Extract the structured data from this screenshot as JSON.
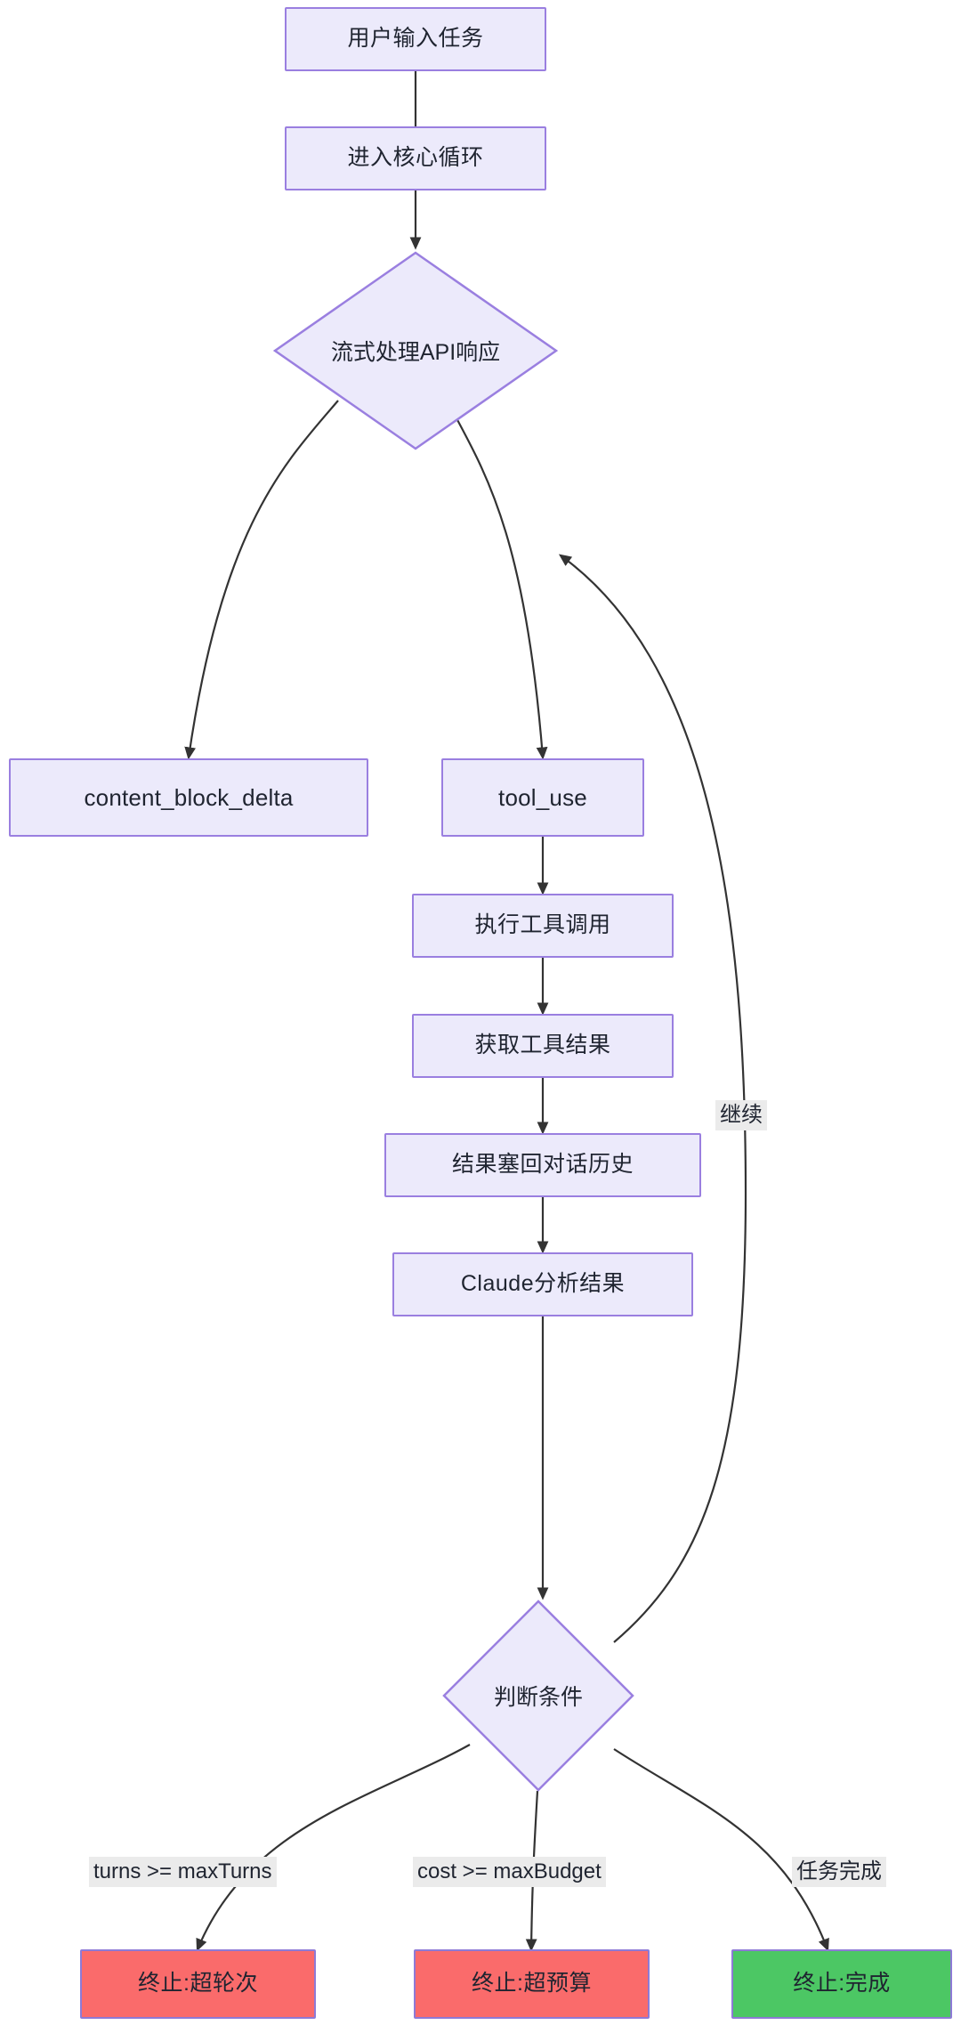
{
  "diagram": {
    "type": "flowchart",
    "direction": "top-down",
    "background": "#ffffff",
    "palette": {
      "node_fill": "#ECEAFB",
      "node_stroke": "#9A7FE0",
      "edge_stroke": "#333333",
      "terminal_fail_fill": "#FA6B6B",
      "terminal_success_fill": "#4CC764",
      "label_bg": "#EBEBEB",
      "text": "#1f2430"
    },
    "nodes": [
      {
        "id": "n_user_input",
        "label": "用户输入任务",
        "shape": "rect",
        "style": "process"
      },
      {
        "id": "n_core_loop",
        "label": "进入核心循环",
        "shape": "rect",
        "style": "process"
      },
      {
        "id": "n_stream_api",
        "label": "流式处理API响应",
        "shape": "diamond",
        "style": "decision"
      },
      {
        "id": "n_content_delta",
        "label": "content_block_delta",
        "shape": "rect",
        "style": "process"
      },
      {
        "id": "n_tool_use",
        "label": "tool_use",
        "shape": "rect",
        "style": "process"
      },
      {
        "id": "n_exec_tool",
        "label": "执行工具调用",
        "shape": "rect",
        "style": "process"
      },
      {
        "id": "n_get_result",
        "label": "获取工具结果",
        "shape": "rect",
        "style": "process"
      },
      {
        "id": "n_push_history",
        "label": "结果塞回对话历史",
        "shape": "rect",
        "style": "process"
      },
      {
        "id": "n_claude_analyze",
        "label": "Claude分析结果",
        "shape": "rect",
        "style": "process"
      },
      {
        "id": "n_condition",
        "label": "判断条件",
        "shape": "diamond",
        "style": "decision"
      },
      {
        "id": "n_stop_turns",
        "label": "终止:超轮次",
        "shape": "rect",
        "style": "terminal-fail"
      },
      {
        "id": "n_stop_budget",
        "label": "终止:超预算",
        "shape": "rect",
        "style": "terminal-fail"
      },
      {
        "id": "n_stop_done",
        "label": "终止:完成",
        "shape": "rect",
        "style": "terminal-success"
      }
    ],
    "edges": [
      {
        "from": "n_user_input",
        "to": "n_core_loop",
        "label": ""
      },
      {
        "from": "n_core_loop",
        "to": "n_stream_api",
        "label": ""
      },
      {
        "from": "n_stream_api",
        "to": "n_content_delta",
        "label": ""
      },
      {
        "from": "n_stream_api",
        "to": "n_tool_use",
        "label": ""
      },
      {
        "from": "n_tool_use",
        "to": "n_exec_tool",
        "label": ""
      },
      {
        "from": "n_exec_tool",
        "to": "n_get_result",
        "label": ""
      },
      {
        "from": "n_get_result",
        "to": "n_push_history",
        "label": ""
      },
      {
        "from": "n_push_history",
        "to": "n_claude_analyze",
        "label": ""
      },
      {
        "from": "n_claude_analyze",
        "to": "n_condition",
        "label": ""
      },
      {
        "from": "n_condition",
        "to": "n_stream_api",
        "label": "继续"
      },
      {
        "from": "n_condition",
        "to": "n_stop_turns",
        "label": "turns >= maxTurns"
      },
      {
        "from": "n_condition",
        "to": "n_stop_budget",
        "label": "cost >= maxBudget"
      },
      {
        "from": "n_condition",
        "to": "n_stop_done",
        "label": "任务完成"
      }
    ],
    "edge_labels": {
      "loop_continue": "继续",
      "max_turns": "turns >= maxTurns",
      "max_budget": "cost >= maxBudget",
      "task_done": "任务完成"
    }
  }
}
